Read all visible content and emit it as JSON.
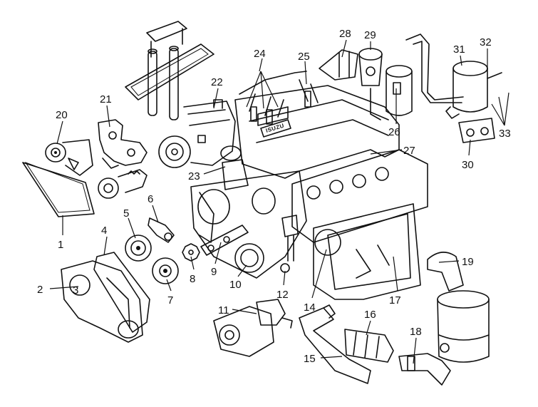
{
  "diagram": {
    "brand_text": "ISUZU",
    "callouts": [
      {
        "id": "c1",
        "label": "1"
      },
      {
        "id": "c2",
        "label": "2"
      },
      {
        "id": "c3",
        "label": "3"
      },
      {
        "id": "c4",
        "label": "4"
      },
      {
        "id": "c5",
        "label": "5"
      },
      {
        "id": "c6",
        "label": "6"
      },
      {
        "id": "c7",
        "label": "7"
      },
      {
        "id": "c8",
        "label": "8"
      },
      {
        "id": "c9",
        "label": "9"
      },
      {
        "id": "c10",
        "label": "10"
      },
      {
        "id": "c11",
        "label": "11"
      },
      {
        "id": "c12",
        "label": "12"
      },
      {
        "id": "c14",
        "label": "14"
      },
      {
        "id": "c15",
        "label": "15"
      },
      {
        "id": "c16",
        "label": "16"
      },
      {
        "id": "c17",
        "label": "17"
      },
      {
        "id": "c18",
        "label": "18"
      },
      {
        "id": "c19",
        "label": "19"
      },
      {
        "id": "c20",
        "label": "20"
      },
      {
        "id": "c21",
        "label": "21"
      },
      {
        "id": "c22",
        "label": "22"
      },
      {
        "id": "c23",
        "label": "23"
      },
      {
        "id": "c24",
        "label": "24"
      },
      {
        "id": "c25",
        "label": "25"
      },
      {
        "id": "c26",
        "label": "26"
      },
      {
        "id": "c27",
        "label": "27"
      },
      {
        "id": "c28",
        "label": "28"
      },
      {
        "id": "c29",
        "label": "29"
      },
      {
        "id": "c30",
        "label": "30"
      },
      {
        "id": "c31",
        "label": "31"
      },
      {
        "id": "c32",
        "label": "32"
      },
      {
        "id": "c33",
        "label": "33"
      }
    ]
  }
}
